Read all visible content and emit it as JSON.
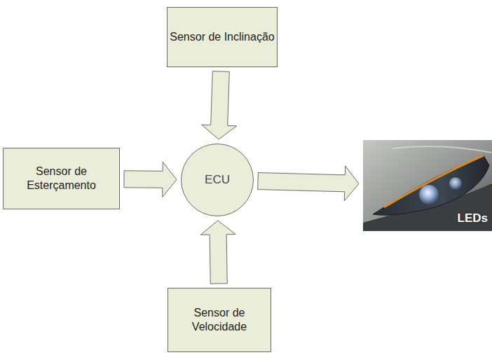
{
  "diagram": {
    "nodes": [
      {
        "text": [
          "Sensor de Inclinação"
        ]
      },
      {
        "text": [
          "Sensor de Esterçamento"
        ]
      },
      {
        "text": [
          "ECU"
        ]
      },
      {
        "text": [
          "LEDs"
        ]
      },
      {
        "text": [
          "Sensor de Velocidade"
        ]
      }
    ],
    "edges": [
      {
        "from": 0,
        "to": 2,
        "arrow": "to"
      },
      {
        "from": 1,
        "to": 2,
        "arrow": "to"
      },
      {
        "from": 4,
        "to": 2,
        "arrow": "to"
      },
      {
        "from": 2,
        "to": 3,
        "arrow": "to"
      }
    ]
  }
}
